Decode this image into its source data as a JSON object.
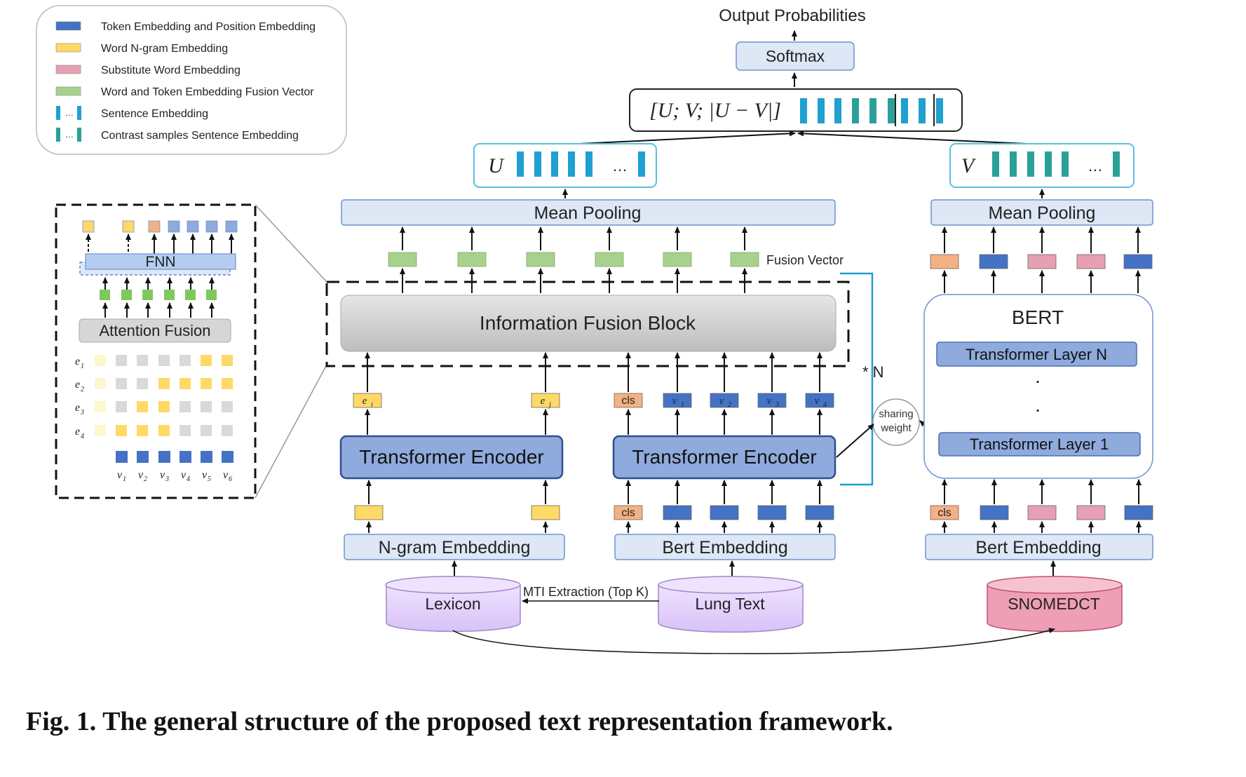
{
  "legend": {
    "items": [
      {
        "label": "Token  Embedding  and  Position  Embedding",
        "color": "#4472c4",
        "kind": "rect"
      },
      {
        "label": "Word  N-gram  Embedding",
        "color": "#ffd966",
        "kind": "rect"
      },
      {
        "label": "Substitute  Word  Embedding",
        "color": "#e6a0b4",
        "kind": "rect"
      },
      {
        "label": "Word  and  Token  Embedding  Fusion  Vector",
        "color": "#a9d18e",
        "kind": "rect"
      },
      {
        "label": "Sentence  Embedding",
        "color": "#1fa0d0",
        "kind": "bars"
      },
      {
        "label": "Contrast  samples  Sentence  Embedding",
        "color": "#2aa198",
        "kind": "bars"
      }
    ],
    "dots": "…"
  },
  "top": {
    "output": "Output Probabilities",
    "softmax": "Softmax",
    "concat": "[U; V; |U − V|]",
    "u_label": "U",
    "v_label": "V",
    "ellipsis": "…"
  },
  "left_branch": {
    "mean_pooling": "Mean Pooling",
    "fusion_vector": "Fusion Vector",
    "info_fusion": "Information Fusion Block",
    "encoder1": "Transformer Encoder",
    "encoder2": "Transformer Encoder",
    "ngram_embedding": "N-gram Embedding",
    "bert_embedding": "Bert Embedding",
    "ngram_tokens": [
      "e",
      "e"
    ],
    "ngram_subs": [
      "i",
      "j"
    ],
    "bert_tokens": [
      "cls",
      "v",
      "v",
      "v",
      "v"
    ],
    "bert_subs": [
      "",
      "1",
      "2",
      "3",
      "4"
    ],
    "cls": "cls",
    "repeat": "* N",
    "sharing": [
      "sharing",
      "weight"
    ]
  },
  "databases": {
    "lexicon": "Lexicon",
    "lung_text": "Lung Text",
    "snomed": "SNOMEDCT",
    "mti": "MTI Extraction (Top K)"
  },
  "right_branch": {
    "mean_pooling": "Mean Pooling",
    "bert": "BERT",
    "layer_n": "Transformer Layer N",
    "layer_1": "Transformer Layer 1",
    "dots": "·",
    "bert_embedding": "Bert Embedding",
    "cls": "cls"
  },
  "inset": {
    "fnn": "FNN",
    "attention_fusion": "Attention Fusion",
    "row_base": "e",
    "row_subs": [
      "1",
      "2",
      "3",
      "4"
    ],
    "col_base": "v",
    "col_subs": [
      "1",
      "2",
      "3",
      "4",
      "5",
      "6"
    ]
  },
  "caption": "Fig. 1. The general structure of the proposed text representation framework.",
  "colors": {
    "token": "#4472c4",
    "ngram": "#ffd966",
    "substitute": "#e6a0b4",
    "fusion": "#a9d18e",
    "cls": "#f4b183",
    "encoder": "#8faadc",
    "light_box": "#dde7f5",
    "db_purple": "#e4d2fb",
    "db_pink": "#ef9fb5",
    "sentence": "#1fa0d0"
  }
}
